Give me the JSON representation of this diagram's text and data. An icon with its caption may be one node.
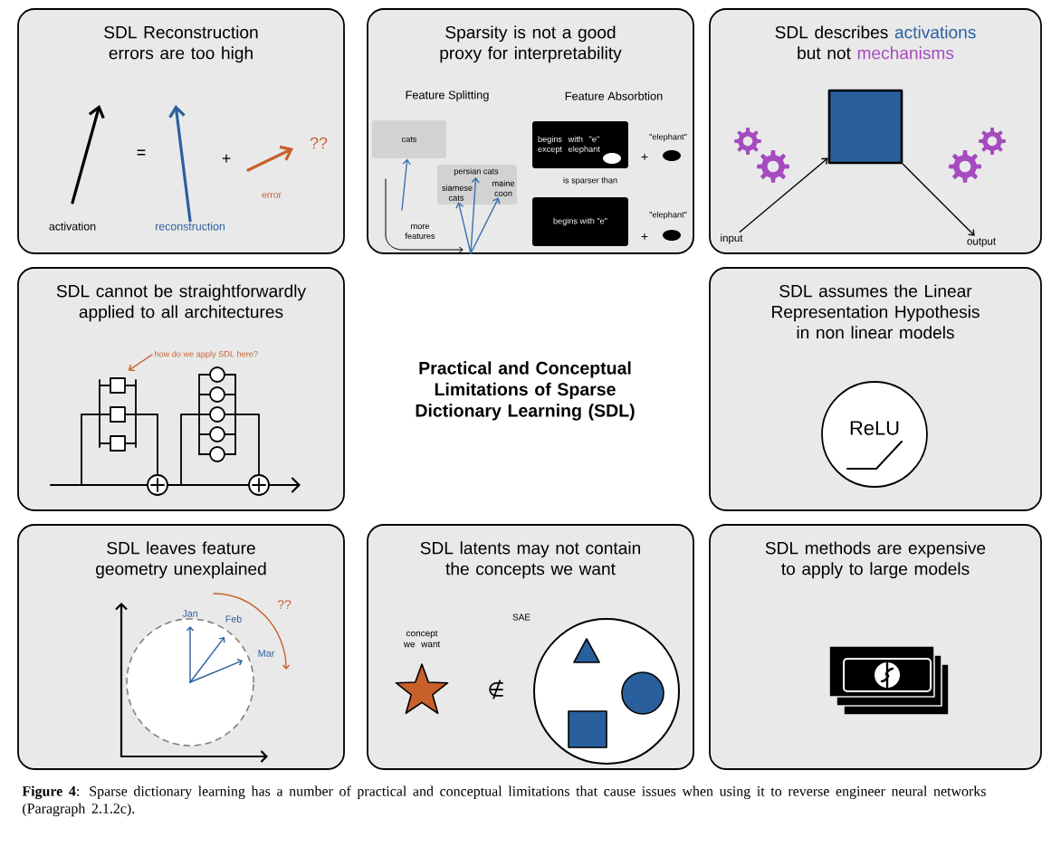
{
  "diagram": {
    "title": "Practical and Conceptual Limitations of Sparse Dictionary Learning (SDL)",
    "caption": "**Figure 4**: Sparse dictionary learning has a number of practical and conceptual limitations that cause issues when using it to reverse engineer neural networks (Paragraph 2.1.2c).",
    "nodes": [
      {
        "text": [
          "SDL Reconstruction errors are too high"
        ]
      },
      {
        "text": [
          "Sparsity is not a good proxy for interpretability"
        ]
      },
      {
        "text": [
          "cats"
        ],
        "in": 1
      },
      {
        "text": [],
        "shape": "box",
        "in": 1
      },
      {
        "text": [
          "persian cats"
        ],
        "in": 3
      },
      {
        "text": [
          "siamese cats"
        ],
        "in": 3
      },
      {
        "text": [
          "maine coon"
        ],
        "in": 3
      },
      {
        "text": [
          "begins with \"e\" except elephant"
        ],
        "in": 1
      },
      {
        "text": [
          "begins with \"e\""
        ],
        "in": 1
      },
      {
        "text": [
          "SDL describes",
          "activations",
          "but not",
          "mechanisms"
        ]
      },
      {
        "text": [
          "input"
        ],
        "in": 9
      },
      {
        "text": [],
        "shape": "box",
        "in": 9
      },
      {
        "text": [
          "output"
        ],
        "in": 9
      },
      {
        "text": [
          "SDL cannot be straightforwardly applied to all architectures"
        ]
      },
      {
        "text": [
          "how do we apply SDL here?"
        ],
        "in": 13
      },
      {
        "text": [],
        "shape": "picture",
        "in": 13
      },
      {
        "text": [
          "SDL assumes the Linear Representation Hypothesis in non linear models"
        ]
      },
      {
        "text": [
          "ReLU"
        ],
        "in": 16
      },
      {
        "text": [
          "SDL leaves feature geometry unexplained"
        ]
      },
      {
        "text": [
          "SDL latents may not contain the concepts we want"
        ]
      },
      {
        "text": [
          "SDL methods are expensive to apply to large models"
        ]
      }
    ],
    "edges": [
      {
        "from": null,
        "to": 2,
        "arrow": "to",
        "color": "#3a6fb0"
      },
      {
        "from": null,
        "to": 4,
        "arrow": "to",
        "color": "#3a6fb0"
      },
      {
        "from": null,
        "to": 5,
        "arrow": "to",
        "color": "#3a6fb0"
      },
      {
        "from": null,
        "to": 6,
        "arrow": "to",
        "color": "#3a6fb0"
      },
      {
        "from": 10,
        "to": 11,
        "arrow": "to",
        "color": "#000000"
      },
      {
        "from": 11,
        "to": 12,
        "arrow": "to",
        "color": "#000000"
      },
      {
        "from": 14,
        "to": 15,
        "arrow": "to",
        "color": "#c8602a"
      }
    ],
    "labels": [
      "activation",
      "=",
      "reconstruction",
      "+",
      "error",
      "??",
      "Feature Splitting",
      "Feature Absorbtion",
      "\"elephant\"",
      "+",
      "is sparser than",
      "\"elephant\"",
      "+",
      "more features",
      "Jan",
      "Feb",
      "Mar",
      "??",
      "concept we want",
      "SAE",
      "∉"
    ]
  }
}
